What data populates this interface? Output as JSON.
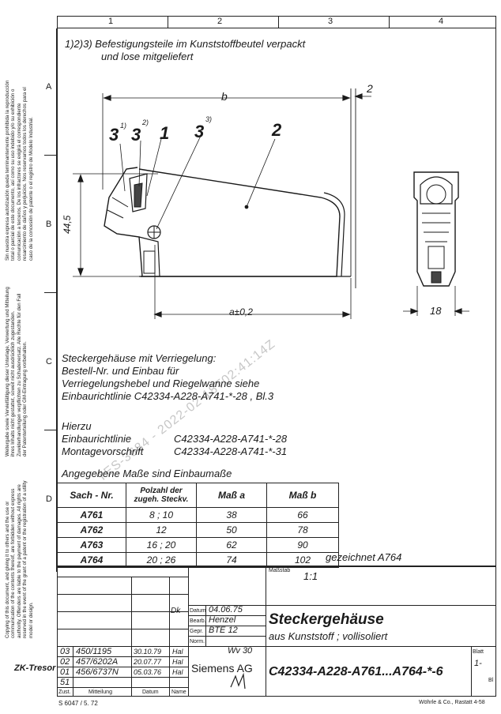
{
  "columns": [
    "1",
    "2",
    "3",
    "4"
  ],
  "rows": [
    "A",
    "B",
    "C",
    "D"
  ],
  "margin_notes": {
    "spanish": "Sin nuestra expresa autorización queda terminantemente prohibida la reproducción total o parcial de este documento, así como su uso indebido y/o su exhibición o comunicación a terceros. De los infractores se exigirá el correspondiente resarcimiento de daños y perjuicios. Nos reservamos todos los derechos para el caso de la concesión de patente o el registro de Modelo Industrial.",
    "german": "Weitergabe sowie Vervielfältigung dieser Unterlage, Verwertung und Mitteilung ihres Inhalts nicht gestattet, soweit nicht ausdrücklich zugestanden. Zuwiderhandlungen verpflichten zu Schadenersatz. Alle Rechte für den Fall der Patenterteilung oder GM-Eintragung vorbehalten.",
    "english": "Copying of this document, and giving it to others and the use or communication of the contents thereof, are forbidden without express authority. Offenders are liable to the payment of damages. All rights are reserved in the event of the grant of a patent or the registration of a utility model or design."
  },
  "note_top": {
    "line1": "1)2)3) Befestigungsteile im Kunststoffbeutel verpackt",
    "line2": "und lose mitgeliefert"
  },
  "drawing": {
    "dim_b": "b",
    "dim_2": "2",
    "label_31": "3",
    "sup_31": "1)",
    "label_32": "3",
    "sup_32": "2)",
    "label_1": "1",
    "label_33": "3",
    "sup_33": "3)",
    "label_part2": "2",
    "dim_height": "44,5",
    "dim_a": "a±0,2",
    "dim_18": "18"
  },
  "description": {
    "line1": "Steckergehäuse mit Verriegelung:",
    "line2": "Bestell-Nr. und Einbau für",
    "line3": "Verriegelungshebel und Riegelwanne siehe",
    "line4": "Einbaurichtlinie C42334-A228-A741-*-28 , Bl.3"
  },
  "hierzu": {
    "title": "Hierzu",
    "row1_label": "Einbaurichtlinie",
    "row1_value": "C42334-A228-A741-*-28",
    "row2_label": "Montagevorschrift",
    "row2_value": "C42334-A228-A741-*-31"
  },
  "dimensions_note": "Angegebene Maße sind Einbaumaße",
  "table": {
    "headers": [
      "Sach - Nr.",
      "Polzahl der zugeh. Steckv.",
      "Maß a",
      "Maß b"
    ],
    "rows": [
      {
        "nr": "A761",
        "polzahl": "8 ; 10",
        "a": "38",
        "b": "66"
      },
      {
        "nr": "A762",
        "polzahl": "12",
        "a": "50",
        "b": "78"
      },
      {
        "nr": "A763",
        "polzahl": "16 ; 20",
        "a": "62",
        "b": "90"
      },
      {
        "nr": "A764",
        "polzahl": "20 ; 26",
        "a": "74",
        "b": "102"
      }
    ],
    "note": "gezeichnet A764"
  },
  "title_block": {
    "massstab_label": "Maßstab",
    "massstab_value": "1:1",
    "datum_label": "Datum",
    "datum_value": "04.06.75",
    "bearb_label": "Bearb.",
    "bearb_value": "Henzel",
    "gepr_label": "Gepr.",
    "gepr_value": "BTE 12",
    "norm_label": "Norm.",
    "dk_mark": "Dk",
    "wv_value": "Wv 30",
    "title": "Steckergehäuse",
    "subtitle": "aus Kunststoff ; vollisoliert",
    "company": "Siemens AG",
    "doc_number": "C42334-A228-A761...A764-*-6",
    "blatt_label": "Blatt",
    "blatt_value": "1-",
    "bl_label": "Bl",
    "revisions": [
      {
        "zust": "03",
        "mitteilung": "450/1195",
        "datum": "30.10.79",
        "name": "Hal"
      },
      {
        "zust": "02",
        "mitteilung": "457/6202A",
        "datum": "20.07.77",
        "name": "Hal"
      },
      {
        "zust": "01",
        "mitteilung": "456/6737N",
        "datum": "05.03.76",
        "name": "Hal"
      },
      {
        "zust": "51",
        "mitteilung": "",
        "datum": "",
        "name": ""
      }
    ],
    "col_zust": "Zust.",
    "col_mitteilung": "Mitteilung",
    "col_datum": "Datum",
    "col_name": "Name"
  },
  "stamp": "ZK-Tresor",
  "form_number": "S 6047 / 5. 72",
  "printer": "Wöhrle & Co., Rastatt 4-58",
  "watermark": "TES-3684 - 2022-02-18T02:41:14Z"
}
